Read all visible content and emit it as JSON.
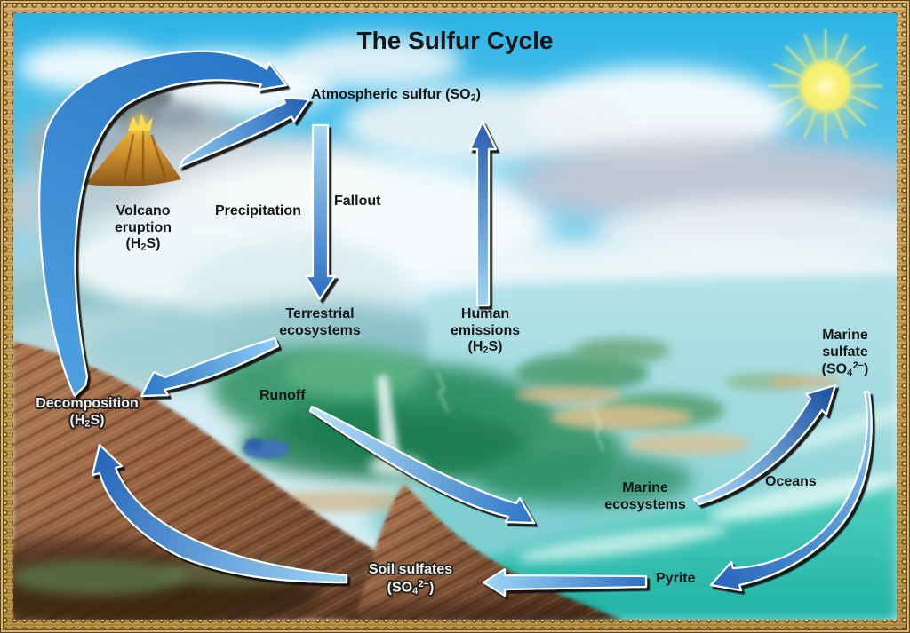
{
  "figure": {
    "title": "The Sulfur Cycle"
  },
  "labels": {
    "atmospheric_sulfur": {
      "pre": "Atmospheric sulfur (SO",
      "sub": "2",
      "end": ")"
    },
    "volcano_eruption": {
      "line1": "Volcano",
      "line2": "eruption",
      "f_pre": "(H",
      "f_sub": "2",
      "f_end": "S)"
    },
    "precipitation": "Precipitation",
    "fallout": "Fallout",
    "terrestrial_ecosystems": {
      "line1": "Terrestrial",
      "line2": "ecosystems"
    },
    "human_emissions": {
      "line1": "Human",
      "line2": "emissions",
      "f_pre": "(H",
      "f_sub": "2",
      "f_end": "S)"
    },
    "marine_sulfate": {
      "line1": "Marine",
      "line2": "sulfate",
      "f_pre": "(SO",
      "f_sub": "4",
      "f_sup": "2−",
      "f_end": ")"
    },
    "decomposition": {
      "line1": "Decomposition",
      "f_pre": "(H",
      "f_sub": "2",
      "f_end": "S)"
    },
    "runoff": "Runoff",
    "oceans": "Oceans",
    "marine_ecosystems": {
      "line1": "Marine",
      "line2": "ecosystems"
    },
    "soil_sulfates": {
      "line1": "Soil sulfates",
      "f_pre": "(SO",
      "f_sub": "4",
      "f_sup": "2−",
      "f_end": ")"
    },
    "pyrite": "Pyrite"
  },
  "arrows": [
    {
      "name": "decomposition-to-atmospheric-sulfur",
      "from": "Decomposition (H2S)",
      "to": "Atmospheric sulfur (SO2)"
    },
    {
      "name": "volcano-to-atmospheric-sulfur",
      "from": "Volcano eruption (H2S)",
      "to": "Atmospheric sulfur (SO2)"
    },
    {
      "name": "atmosphere-to-terrestrial-ecosystems",
      "from": "Atmospheric sulfur (SO2)",
      "to": "Terrestrial ecosystems",
      "labels": [
        "Precipitation",
        "Fallout"
      ]
    },
    {
      "name": "human-emissions-to-atmosphere",
      "from": "Human emissions (H2S)",
      "to": "Atmospheric sulfur (SO2)"
    },
    {
      "name": "terrestrial-ecosystems-to-decomposition",
      "from": "Terrestrial ecosystems",
      "to": "Decomposition (H2S)"
    },
    {
      "name": "runoff-to-ocean",
      "from": "Terrestrial ecosystems",
      "to": "Marine ecosystems",
      "labels": [
        "Runoff"
      ]
    },
    {
      "name": "soil-sulfates-to-decomposition",
      "from": "Soil sulfates (SO4 2−)",
      "to": "Decomposition (H2S)"
    },
    {
      "name": "pyrite-to-soil-sulfates",
      "from": "Pyrite",
      "to": "Soil sulfates (SO4 2−)"
    },
    {
      "name": "marine-ecosystems-to-marine-sulfate",
      "from": "Marine ecosystems",
      "to": "Marine sulfate (SO4 2−)",
      "labels": [
        "Oceans"
      ]
    },
    {
      "name": "marine-sulfate-to-pyrite",
      "from": "Marine sulfate (SO4 2−)",
      "to": "Pyrite"
    }
  ],
  "colors": {
    "arrow_blue_light": "#9ed4f4",
    "arrow_blue_dark": "#1e4fa4",
    "sky_blue": "#2cb3e6",
    "ocean_teal": "#2bb9aa",
    "soil_brown": "#8a573a",
    "frame_gold": "#bf9a50",
    "label_text": "#161616",
    "sun_yellow": "#f8f174"
  }
}
